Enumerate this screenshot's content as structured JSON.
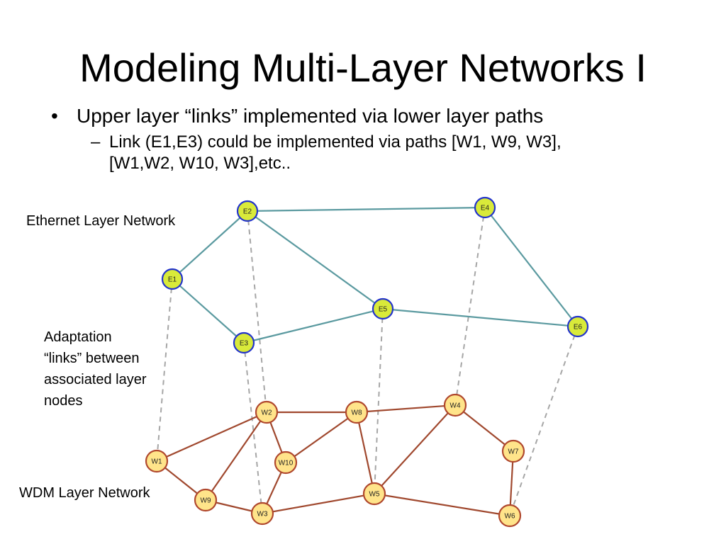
{
  "slide": {
    "title": "Modeling Multi-Layer Networks I",
    "bullets": [
      {
        "mark": "•",
        "text": "Upper layer “links” implemented via lower layer paths"
      }
    ],
    "sub_bullets": [
      {
        "mark": "–",
        "lines": [
          "Link (E1,E3) could be implemented via paths [W1, W9, W3],",
          "[W1,W2, W10, W3],etc.."
        ]
      }
    ]
  },
  "labels": {
    "ethernet": "Ethernet Layer Network",
    "adaptation": [
      "Adaptation",
      "“links” between",
      "associated layer",
      "nodes"
    ],
    "wdm": "WDM Layer Network"
  },
  "colors": {
    "ethernet_edge": "#5b9aa0",
    "ethernet_node_fill": "#d9ea3a",
    "ethernet_node_stroke": "#2233cc",
    "wdm_edge": "#a0482e",
    "wdm_node_fill": "#ffe48a",
    "wdm_node_stroke": "#b0482e",
    "adaptation_edge": "#a6a6a6"
  },
  "ethernet_nodes": [
    "E1",
    "E2",
    "E3",
    "E4",
    "E5",
    "E6"
  ],
  "wdm_nodes": [
    "W1",
    "W2",
    "W3",
    "W4",
    "W5",
    "W6",
    "W7",
    "W8",
    "W9",
    "W10"
  ],
  "ethernet_edges": [
    [
      "E1",
      "E2"
    ],
    [
      "E2",
      "E4"
    ],
    [
      "E2",
      "E5"
    ],
    [
      "E1",
      "E3"
    ],
    [
      "E3",
      "E5"
    ],
    [
      "E5",
      "E6"
    ],
    [
      "E4",
      "E6"
    ]
  ],
  "wdm_edges": [
    [
      "W1",
      "W2"
    ],
    [
      "W1",
      "W9"
    ],
    [
      "W2",
      "W8"
    ],
    [
      "W8",
      "W4"
    ],
    [
      "W2",
      "W9"
    ],
    [
      "W2",
      "W10"
    ],
    [
      "W10",
      "W8"
    ],
    [
      "W10",
      "W3"
    ],
    [
      "W9",
      "W3"
    ],
    [
      "W3",
      "W5"
    ],
    [
      "W8",
      "W5"
    ],
    [
      "W4",
      "W5"
    ],
    [
      "W4",
      "W7"
    ],
    [
      "W5",
      "W6"
    ],
    [
      "W7",
      "W6"
    ]
  ],
  "adaptation_edges": [
    [
      "E1",
      "W1"
    ],
    [
      "E2",
      "W2"
    ],
    [
      "E3",
      "W3"
    ],
    [
      "E5",
      "W5"
    ],
    [
      "E4",
      "W4"
    ],
    [
      "E6",
      "W6"
    ]
  ]
}
